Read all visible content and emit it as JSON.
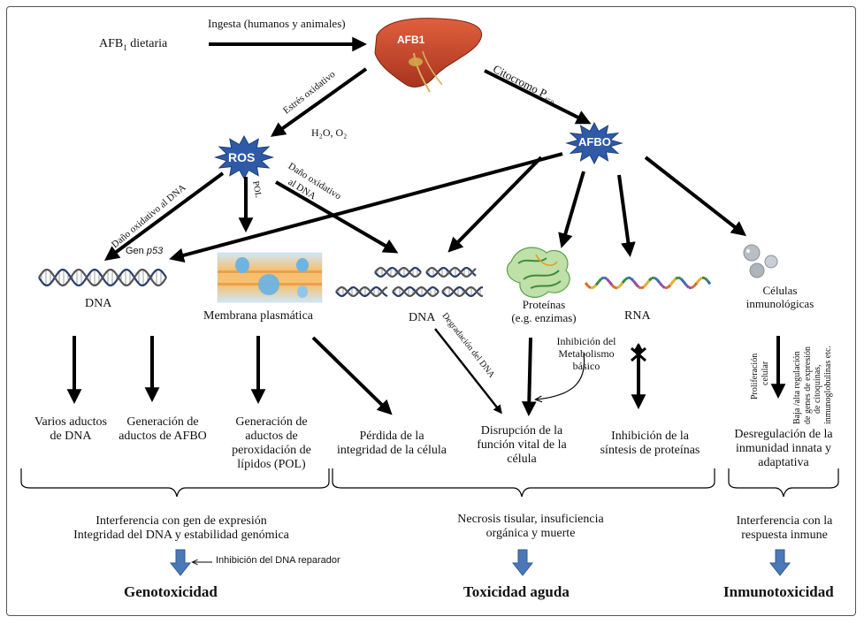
{
  "nodes": {
    "afb1_dietaria": "AFB",
    "afb1_dietaria_sub": "1",
    "afb1_dietaria_rest": " dietaria",
    "ingesta": "Ingesta (humanos y animales)",
    "afb1_liver": "AFB1",
    "ros": "ROS",
    "afbo": "AFBO",
    "estres_oxidativo": "Estrés oxidativo",
    "citocromo": "Citocromo P",
    "citocromo_sub": "450",
    "h2o_o2": "H₂O, O₂",
    "dano_oxidativo_dna_left": "Daño oxidativo al DNA",
    "pol_short": "POL",
    "dano_oxidativo_dna_right_1": "Daño oxidativo",
    "dano_oxidativo_dna_right_2": "al DNA",
    "gen_p53_prefix": "Gen ",
    "gen_p53_italic": "p53",
    "dna_left": "DNA",
    "membrana": "Membrana plasmática",
    "dna_mid": "DNA",
    "degradacion": "Degradación del DNA",
    "proteinas_1": "Proteínas",
    "proteinas_2": "(e.g. enzimas)",
    "rna": "RNA",
    "celulas_1": "Células",
    "celulas_2": "inmunológicas",
    "inhibicion_metabolismo_1": "Inhibición del",
    "inhibicion_metabolismo_2": "Metabolismo",
    "inhibicion_metabolismo_3": "básico",
    "proliferacion_1": "Proliferación",
    "proliferacion_2": "celular",
    "baja_alta_1": "Baja /alta regulación",
    "baja_alta_2": "de genes de expresión",
    "baja_alta_3": "de citoquinas,",
    "baja_alta_4": "inmunoglobulinas etc."
  },
  "effects": {
    "varios_1": "Varios aductos",
    "varios_2": "de DNA",
    "generacion_afbo_1": "Generación de",
    "generacion_afbo_2": "aductos de AFBO",
    "generacion_pol_1": "Generación de",
    "generacion_pol_2": "aductos de",
    "generacion_pol_3": "peroxidación de",
    "generacion_pol_4": "lípidos (POL)",
    "perdida_1": "Pérdida de la",
    "perdida_2": "integridad de la célula",
    "disrupcion_1": "Disrupción de la",
    "disrupcion_2": "función vital de la",
    "disrupcion_3": "célula",
    "inhibicion_sintesis_1": "Inhibición de la",
    "inhibicion_sintesis_2": "síntesis de proteínas",
    "desregulacion_1": "Desregulación de la",
    "desregulacion_2": "inmunidad innata y",
    "desregulacion_3": "adaptativa"
  },
  "outcomes": {
    "interferencia_gen_1": "Interferencia con gen de expresión",
    "interferencia_gen_2": "Integridad del DNA y estabilidad genómica",
    "inhibicion_reparador": "Inhibición del DNA reparador",
    "genotoxicidad": "Genotoxicidad",
    "necrosis_1": "Necrosis tisular, insuficiencia",
    "necrosis_2": "orgánica y muerte",
    "toxicidad_aguda": "Toxicidad aguda",
    "interferencia_resp_1": "Interferencia con la",
    "interferencia_resp_2": "respuesta inmune",
    "inmunotoxicidad": "Inmunotoxicidad"
  },
  "colors": {
    "liver": "#c0442a",
    "liver_dark": "#8e2a18",
    "starburst": "#2e5aa8",
    "block_arrow": "#4a78b8",
    "dna_blue": "#3a6fb0",
    "rna_multi": "#d86a2a",
    "membrane_blue": "#6fb3e0",
    "membrane_orange": "#f0b060",
    "protein_green": "#5aa04a",
    "cell_gray": "#b8bec6"
  }
}
